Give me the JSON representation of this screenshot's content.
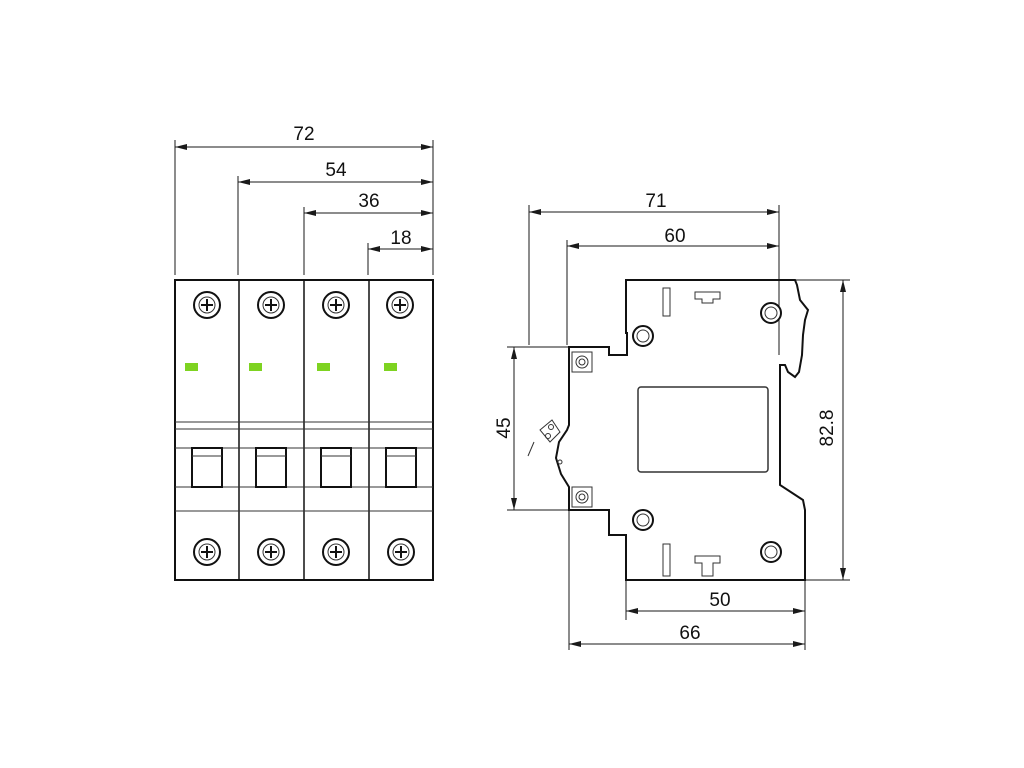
{
  "colors": {
    "line": "#111111",
    "indicator": "#7ed321",
    "background": "#ffffff"
  },
  "front_view": {
    "poles": 4,
    "dimensions": {
      "width_4p": "72",
      "width_3p": "54",
      "width_2p": "36",
      "width_1p": "18"
    }
  },
  "side_view": {
    "dimensions": {
      "top_overall": "71",
      "top_inner": "60",
      "neck_height": "45",
      "overall_height": "82.8",
      "bottom_inner": "50",
      "bottom_overall": "66"
    }
  }
}
